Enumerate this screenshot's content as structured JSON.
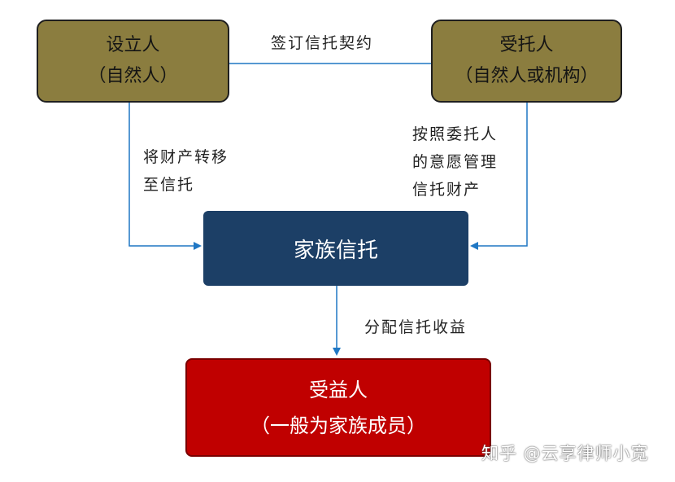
{
  "nodes": {
    "settlor": {
      "title": "设立人",
      "subtitle": "（自然人）"
    },
    "trustee": {
      "title": "受托人",
      "subtitle": "（自然人或机构）"
    },
    "trust": {
      "title": "家族信托"
    },
    "beneficiary": {
      "title": "受益人",
      "subtitle": "（一般为家族成员）"
    }
  },
  "edges": {
    "contract": "签订信托契约",
    "transfer_line1": "将财产转移",
    "transfer_line2": "至信托",
    "manage_line1": "按照委托人",
    "manage_line2": "的意愿管理",
    "manage_line3": "信托财产",
    "distribute": "分配信托收益"
  },
  "watermark": "知乎 @云享律师小宽",
  "colors": {
    "party_box": "#8b7d3f",
    "trust_box": "#1c3f66",
    "beneficiary_box": "#c00000",
    "connector": "#1f77c4"
  }
}
